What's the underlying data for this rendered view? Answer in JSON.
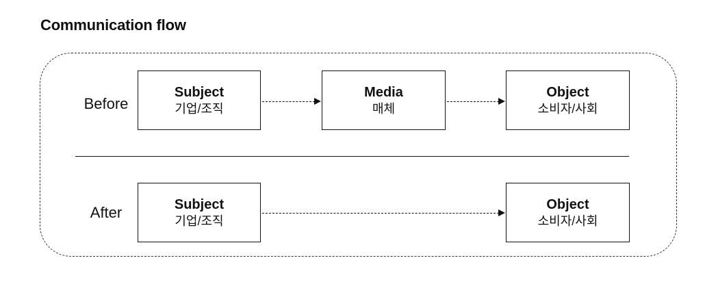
{
  "title": "Communication flow",
  "colors": {
    "ink": "#111111",
    "frame_dash": "#333333",
    "background": "#ffffff"
  },
  "flow": {
    "before": {
      "label": "Before",
      "subject": {
        "title": "Subject",
        "subtitle": "기업/조직"
      },
      "media": {
        "title": "Media",
        "subtitle": "매체"
      },
      "object": {
        "title": "Object",
        "subtitle": "소비자/사회"
      }
    },
    "after": {
      "label": "After",
      "subject": {
        "title": "Subject",
        "subtitle": "기업/조직"
      },
      "object": {
        "title": "Object",
        "subtitle": "소비자/사회"
      }
    }
  }
}
